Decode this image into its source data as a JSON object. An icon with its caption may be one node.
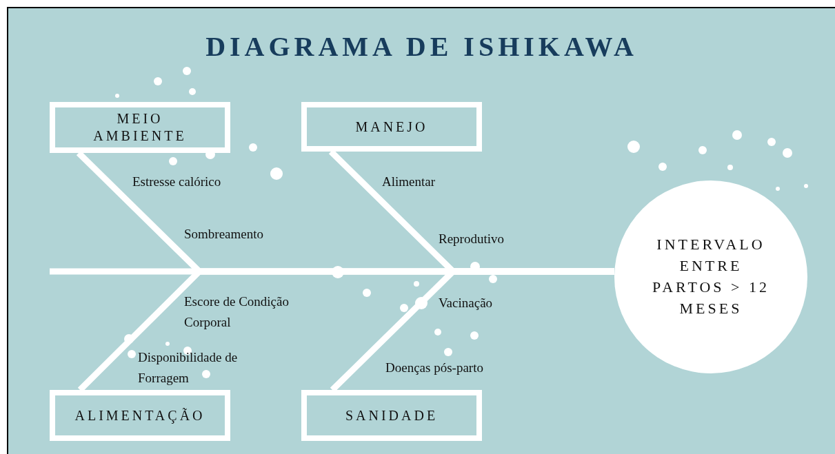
{
  "diagram": {
    "title": "DIAGRAMA DE ISHIKAWA",
    "nodes": [
      {
        "text": [
          "MEIO AMBIENTE"
        ]
      },
      {
        "text": [
          "MANEJO"
        ]
      },
      {
        "text": [
          "INTERVALO ENTRE PARTOS > 12 MESES"
        ]
      },
      {
        "text": [
          "ALIMENTAÇÃO"
        ]
      },
      {
        "text": [
          "SANIDADE"
        ]
      }
    ],
    "edges": [
      {
        "from": null,
        "to": 2,
        "arrow": "none"
      },
      {
        "from": 0,
        "to": 2,
        "arrow": "none"
      },
      {
        "from": 1,
        "to": 2,
        "arrow": "none"
      },
      {
        "from": 3,
        "to": 2,
        "arrow": "none"
      },
      {
        "from": 4,
        "to": 2,
        "arrow": "none"
      }
    ],
    "labels": [
      "Estresse calórico",
      "Alimentar",
      "Sombreamento",
      "Reprodutivo",
      "Escore de Condição Corporal",
      "Vacinação",
      "Disponibilidade de Forragem",
      "Doenças pós-parto"
    ]
  }
}
